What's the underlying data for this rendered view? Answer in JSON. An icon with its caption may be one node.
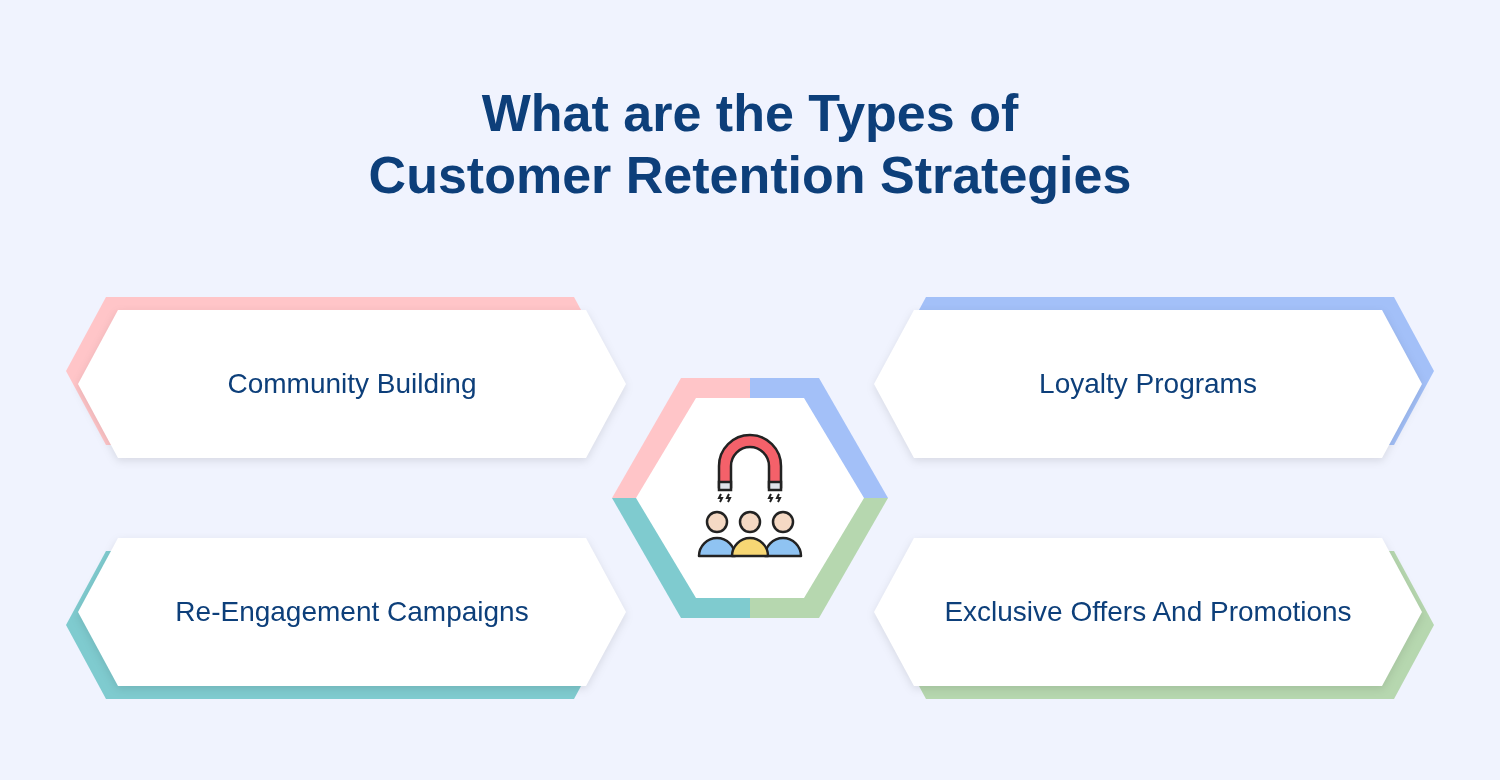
{
  "diagram": {
    "title": "What are the Types of Customer Retention Strategies",
    "nodes": [
      {
        "text": [
          "Community Building"
        ]
      },
      {
        "text": [
          "Loyalty Programs"
        ]
      },
      {
        "text": [],
        "shape": "hexagon"
      },
      {
        "text": [
          "Re-Engagement Campaigns"
        ]
      },
      {
        "text": [
          "Exclusive Offers And Promotions"
        ]
      }
    ]
  }
}
